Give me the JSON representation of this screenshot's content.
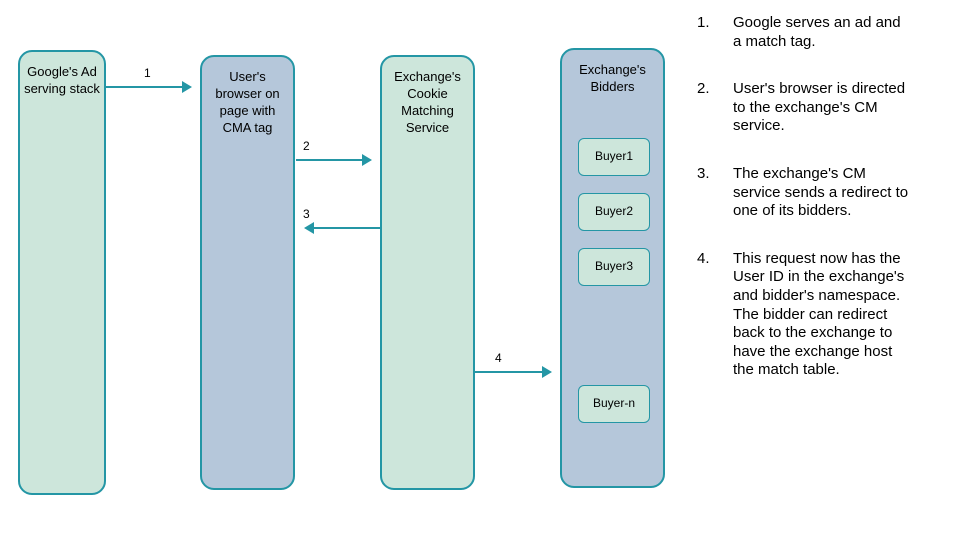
{
  "colors": {
    "teal_border": "#2496a5",
    "green_fill": "#cde6db",
    "blue_fill": "#b5c7da",
    "arrow": "#2496a5",
    "text": "#000000"
  },
  "diagram": {
    "nodes": [
      {
        "label": "Google's Ad serving stack"
      },
      {
        "label": "User's browser on page with CMA tag"
      },
      {
        "label": "Exchange's Cookie Matching Service"
      },
      {
        "label": "Exchange's Bidders"
      }
    ],
    "buyers": [
      "Buyer1",
      "Buyer2",
      "Buyer3",
      "Buyer-n"
    ],
    "arrows": [
      {
        "label": "1"
      },
      {
        "label": "2"
      },
      {
        "label": "3"
      },
      {
        "label": "4"
      }
    ]
  },
  "legend": {
    "items": [
      {
        "num": "1.",
        "text": "Google serves an ad and a match tag."
      },
      {
        "num": "2.",
        "text": "User's browser is directed to the exchange's CM service."
      },
      {
        "num": "3.",
        "text": "The exchange's CM service sends a redirect to one of its bidders."
      },
      {
        "num": "4.",
        "text": "This request now has the User ID in the exchange's and bidder's namespace. The bidder can redirect back to the exchange to have the exchange host the match table."
      }
    ]
  }
}
